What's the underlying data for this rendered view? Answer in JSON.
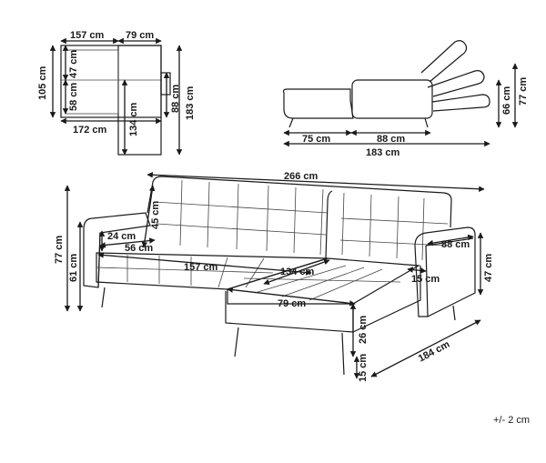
{
  "top_view": {
    "w157": "157 cm",
    "w79": "79 cm",
    "h105": "105 cm",
    "h47": "47 cm",
    "h58": "58 cm",
    "w172": "172 cm",
    "h134": "134 cm",
    "h88": "88 cm",
    "h183": "183 cm"
  },
  "side_view": {
    "w75": "75 cm",
    "w88": "88 cm",
    "w183": "183 cm",
    "h66": "66 cm",
    "h77": "77 cm"
  },
  "main_view": {
    "w266": "266 cm",
    "h77": "77 cm",
    "h61": "61 cm",
    "h45": "45 cm",
    "h24": "24 cm",
    "w56": "56 cm",
    "w157": "157 cm",
    "w134": "134 cm",
    "w88": "88 cm",
    "h47": "47 cm",
    "w15a": "15 cm",
    "w79": "79 cm",
    "h26": "26 cm",
    "h15b": "15 cm",
    "w184": "184 cm"
  },
  "tolerance": "+/- 2 cm"
}
